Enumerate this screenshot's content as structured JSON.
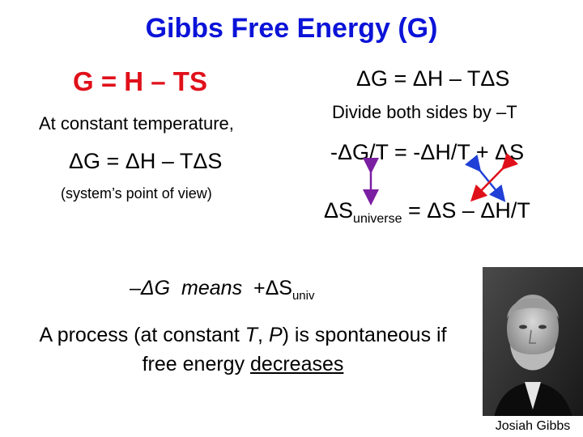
{
  "slide": {
    "title": "Gibbs Free Energy (G)",
    "left": {
      "equation": "G = H – TS",
      "condition": "At constant temperature,",
      "delta_equation": "ΔG = ΔH – TΔS",
      "viewpoint": "(system’s point of view)"
    },
    "right": {
      "equation": "ΔG = ΔH – TΔS",
      "instruction": "Divide both sides by –T",
      "divided_equation": "-ΔG/T = -ΔH/T + ΔS",
      "universe_prefix": "ΔS",
      "universe_subscript": "universe",
      "universe_suffix": " = ΔS – ΔH/T"
    },
    "implication": {
      "neg_g": "–ΔG",
      "means": "means",
      "pos_s": "+ΔS",
      "subscript": "univ"
    },
    "statement": {
      "part1": "A process (at constant ",
      "t": "T",
      "sep": ", ",
      "p": "P",
      "part2": ") is spontaneous if free energy ",
      "emphasis": "decreases"
    },
    "photo": {
      "caption": "Josiah Gibbs"
    },
    "colors": {
      "title": "#0b13d8",
      "main_equation": "#e0101a",
      "arrow_purple": "#7b1fa2",
      "arrow_blue": "#1f3fd6"
    }
  }
}
